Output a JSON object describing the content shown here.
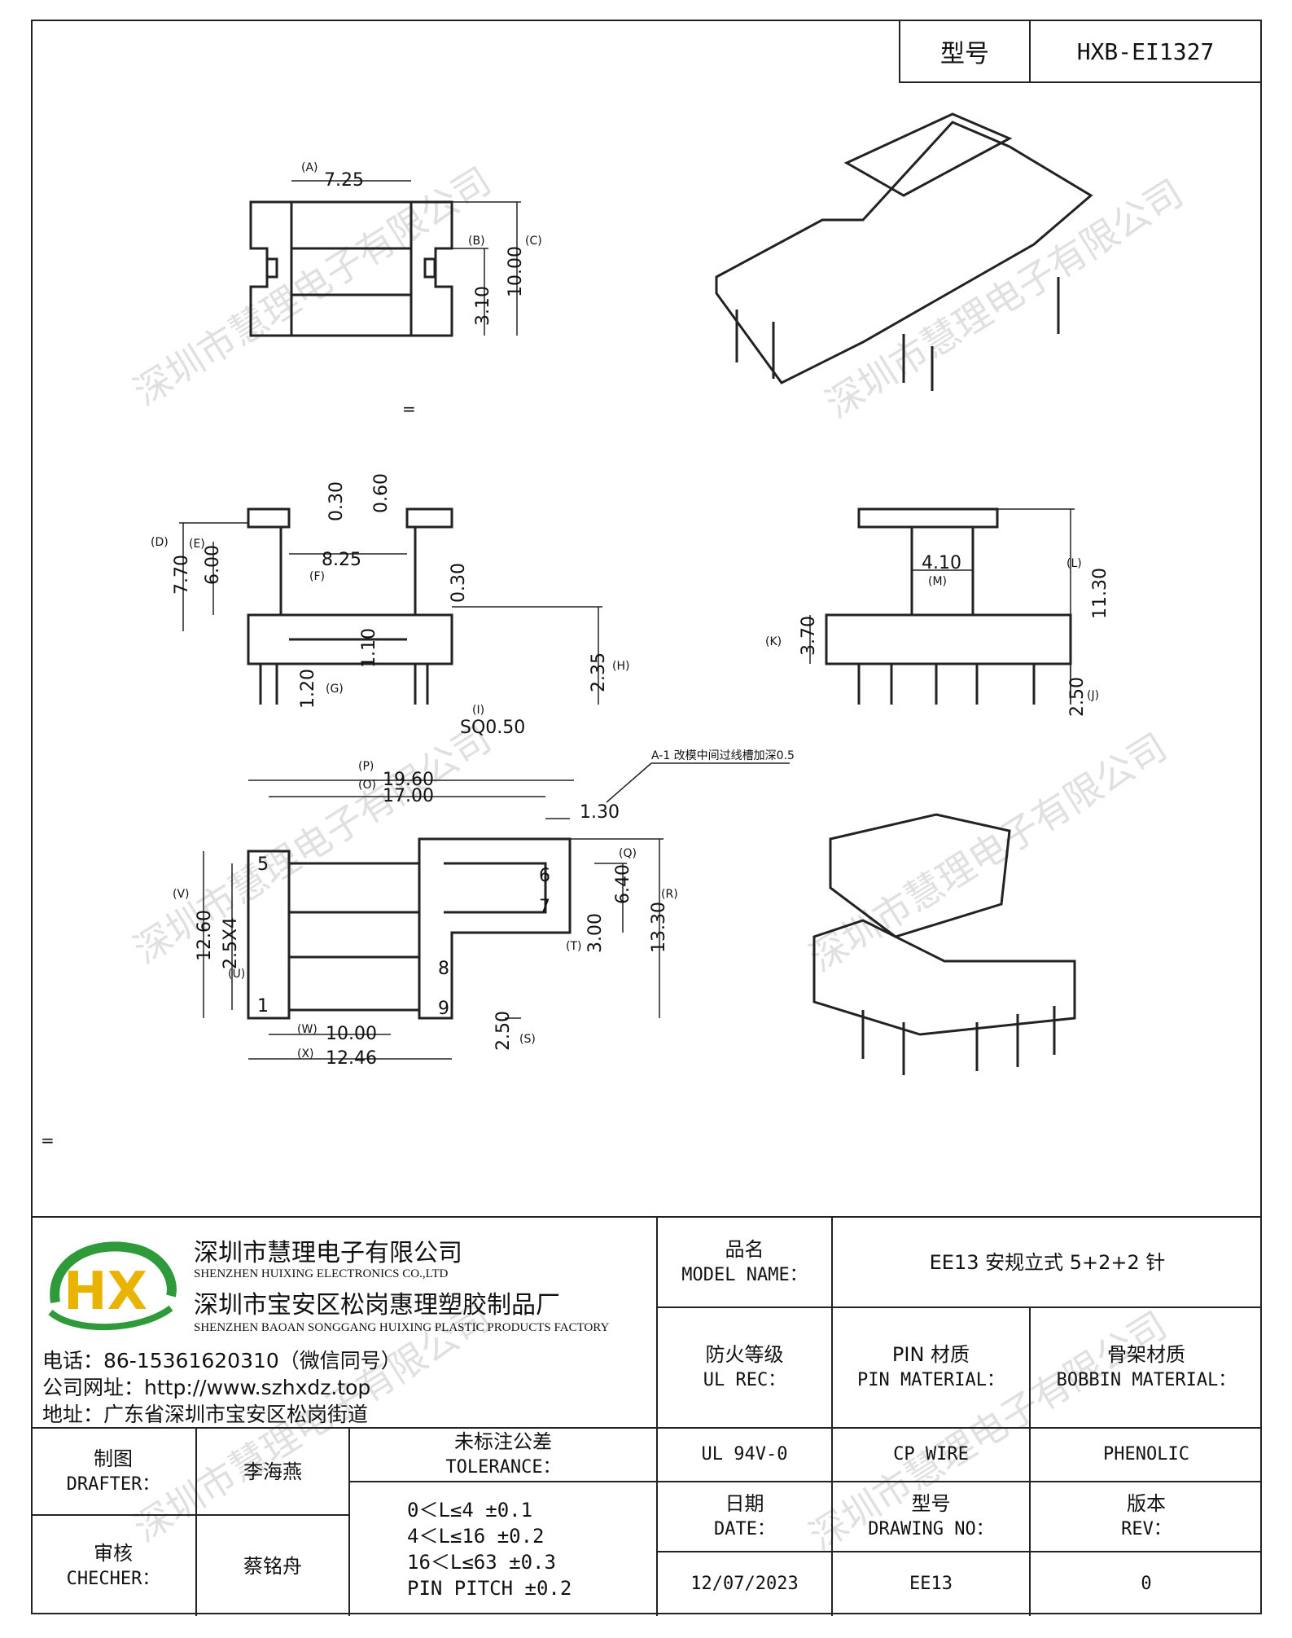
{
  "header": {
    "model_label": "型号",
    "model_value": "HXB-EI1327"
  },
  "watermark": "深圳市慧理电子有限公司",
  "drawing": {
    "dims": {
      "A": "7.25",
      "B": "3.10",
      "C": "10.00",
      "D": "7.70",
      "E": "6.00",
      "F": "8.25",
      "G": "1.20",
      "H": "2.35",
      "I": "SQ0.50",
      "t030a": "0.30",
      "t060": "0.60",
      "t030b": "0.30",
      "t110": "1.10",
      "L": "11.30",
      "M": "4.10",
      "K": "3.70",
      "J": "2.50",
      "P": "19.60",
      "O": "17.00",
      "N": "1.30",
      "Q": "6.40",
      "R": "13.30",
      "T": "3.00",
      "S": "2.50",
      "V": "12.60",
      "U": "2.5X4",
      "W": "10.00",
      "X": "12.46"
    },
    "letters": {
      "A": "(A)",
      "B": "(B)",
      "C": "(C)",
      "D": "(D)",
      "E": "(E)",
      "F": "(F)",
      "G": "(G)",
      "H": "(H)",
      "I": "(I)",
      "J": "(J)",
      "K": "(K)",
      "L": "(L)",
      "M": "(M)",
      "O": "(O)",
      "P": "(P)",
      "Q": "(Q)",
      "R": "(R)",
      "S": "(S)",
      "T": "(T)",
      "U": "(U)",
      "V": "(V)",
      "W": "(W)",
      "X": "(X)"
    },
    "note": "A-1 改模中间过线槽加深0.5",
    "pins": {
      "p1": "1",
      "p5": "5",
      "p6": "6",
      "p7": "7",
      "p8": "8",
      "p9": "9"
    }
  },
  "stray_marks": {
    "mid": "=",
    "left": "="
  },
  "company": {
    "name_cn": "深圳市慧理电子有限公司",
    "name_en": "SHENZHEN HUIXING ELECTRONICS CO.,LTD",
    "factory_cn": "深圳市宝安区松岗惠理塑胶制品厂",
    "factory_en": "SHENZHEN BAOAN SONGGANG HUIXING PLASTIC PRODUCTS FACTORY",
    "phone": "电话：86-15361620310（微信同号）",
    "website": "公司网址：http://www.szhxdz.top",
    "address": "地址：广东省深圳市宝安区松岗街道",
    "logo_text": "HX"
  },
  "table": {
    "model_name_cn": "品名",
    "model_name_en": "MODEL NAME：",
    "model_name_value": "EE13 安规立式 5+2+2 针",
    "ul_cn": "防火等级",
    "ul_en": "UL REC：",
    "ul_value": "UL 94V-0",
    "pin_cn": "PIN 材质",
    "pin_en": "PIN MATERIAL：",
    "pin_value": "CP WIRE",
    "bobbin_cn": "骨架材质",
    "bobbin_en": "BOBBIN MATERIAL：",
    "bobbin_value": "PHENOLIC",
    "drafter_cn": "制图",
    "drafter_en": "DRAFTER：",
    "drafter_value": "李海燕",
    "checker_cn": "审核",
    "checker_en": "CHECHER：",
    "checker_value": "蔡铭舟",
    "tol_cn": "未标注公差",
    "tol_en": "TOLERANCE：",
    "tol_lines": [
      "0＜L≤4   ±0.1",
      "4＜L≤16  ±0.2",
      "16＜L≤63 ±0.3",
      "PIN PITCH ±0.2"
    ],
    "date_cn": "日期",
    "date_en": "DATE：",
    "date_value": "12/07/2023",
    "dwg_cn": "型号",
    "dwg_en": "DRAWING NO：",
    "dwg_value": "EE13",
    "rev_cn": "版本",
    "rev_en": "REV：",
    "rev_value": "0"
  }
}
